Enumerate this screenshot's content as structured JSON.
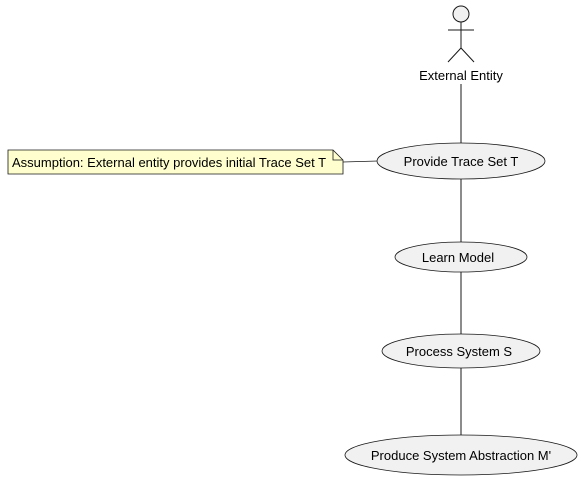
{
  "actor": {
    "label": "External Entity",
    "icon": "stick-figure-icon"
  },
  "note": {
    "text": "Assumption: External entity provides initial Trace Set T"
  },
  "use_cases": [
    {
      "id": "uc1",
      "label": "Provide Trace Set T"
    },
    {
      "id": "uc2",
      "label": "Learn Model"
    },
    {
      "id": "uc3",
      "label": "Process System S"
    },
    {
      "id": "uc4",
      "label": "Produce System Abstraction M'"
    }
  ],
  "colors": {
    "use_case_fill": "#f1f1f1",
    "note_fill": "#fefece",
    "stroke": "#181818",
    "background": "#ffffff"
  }
}
